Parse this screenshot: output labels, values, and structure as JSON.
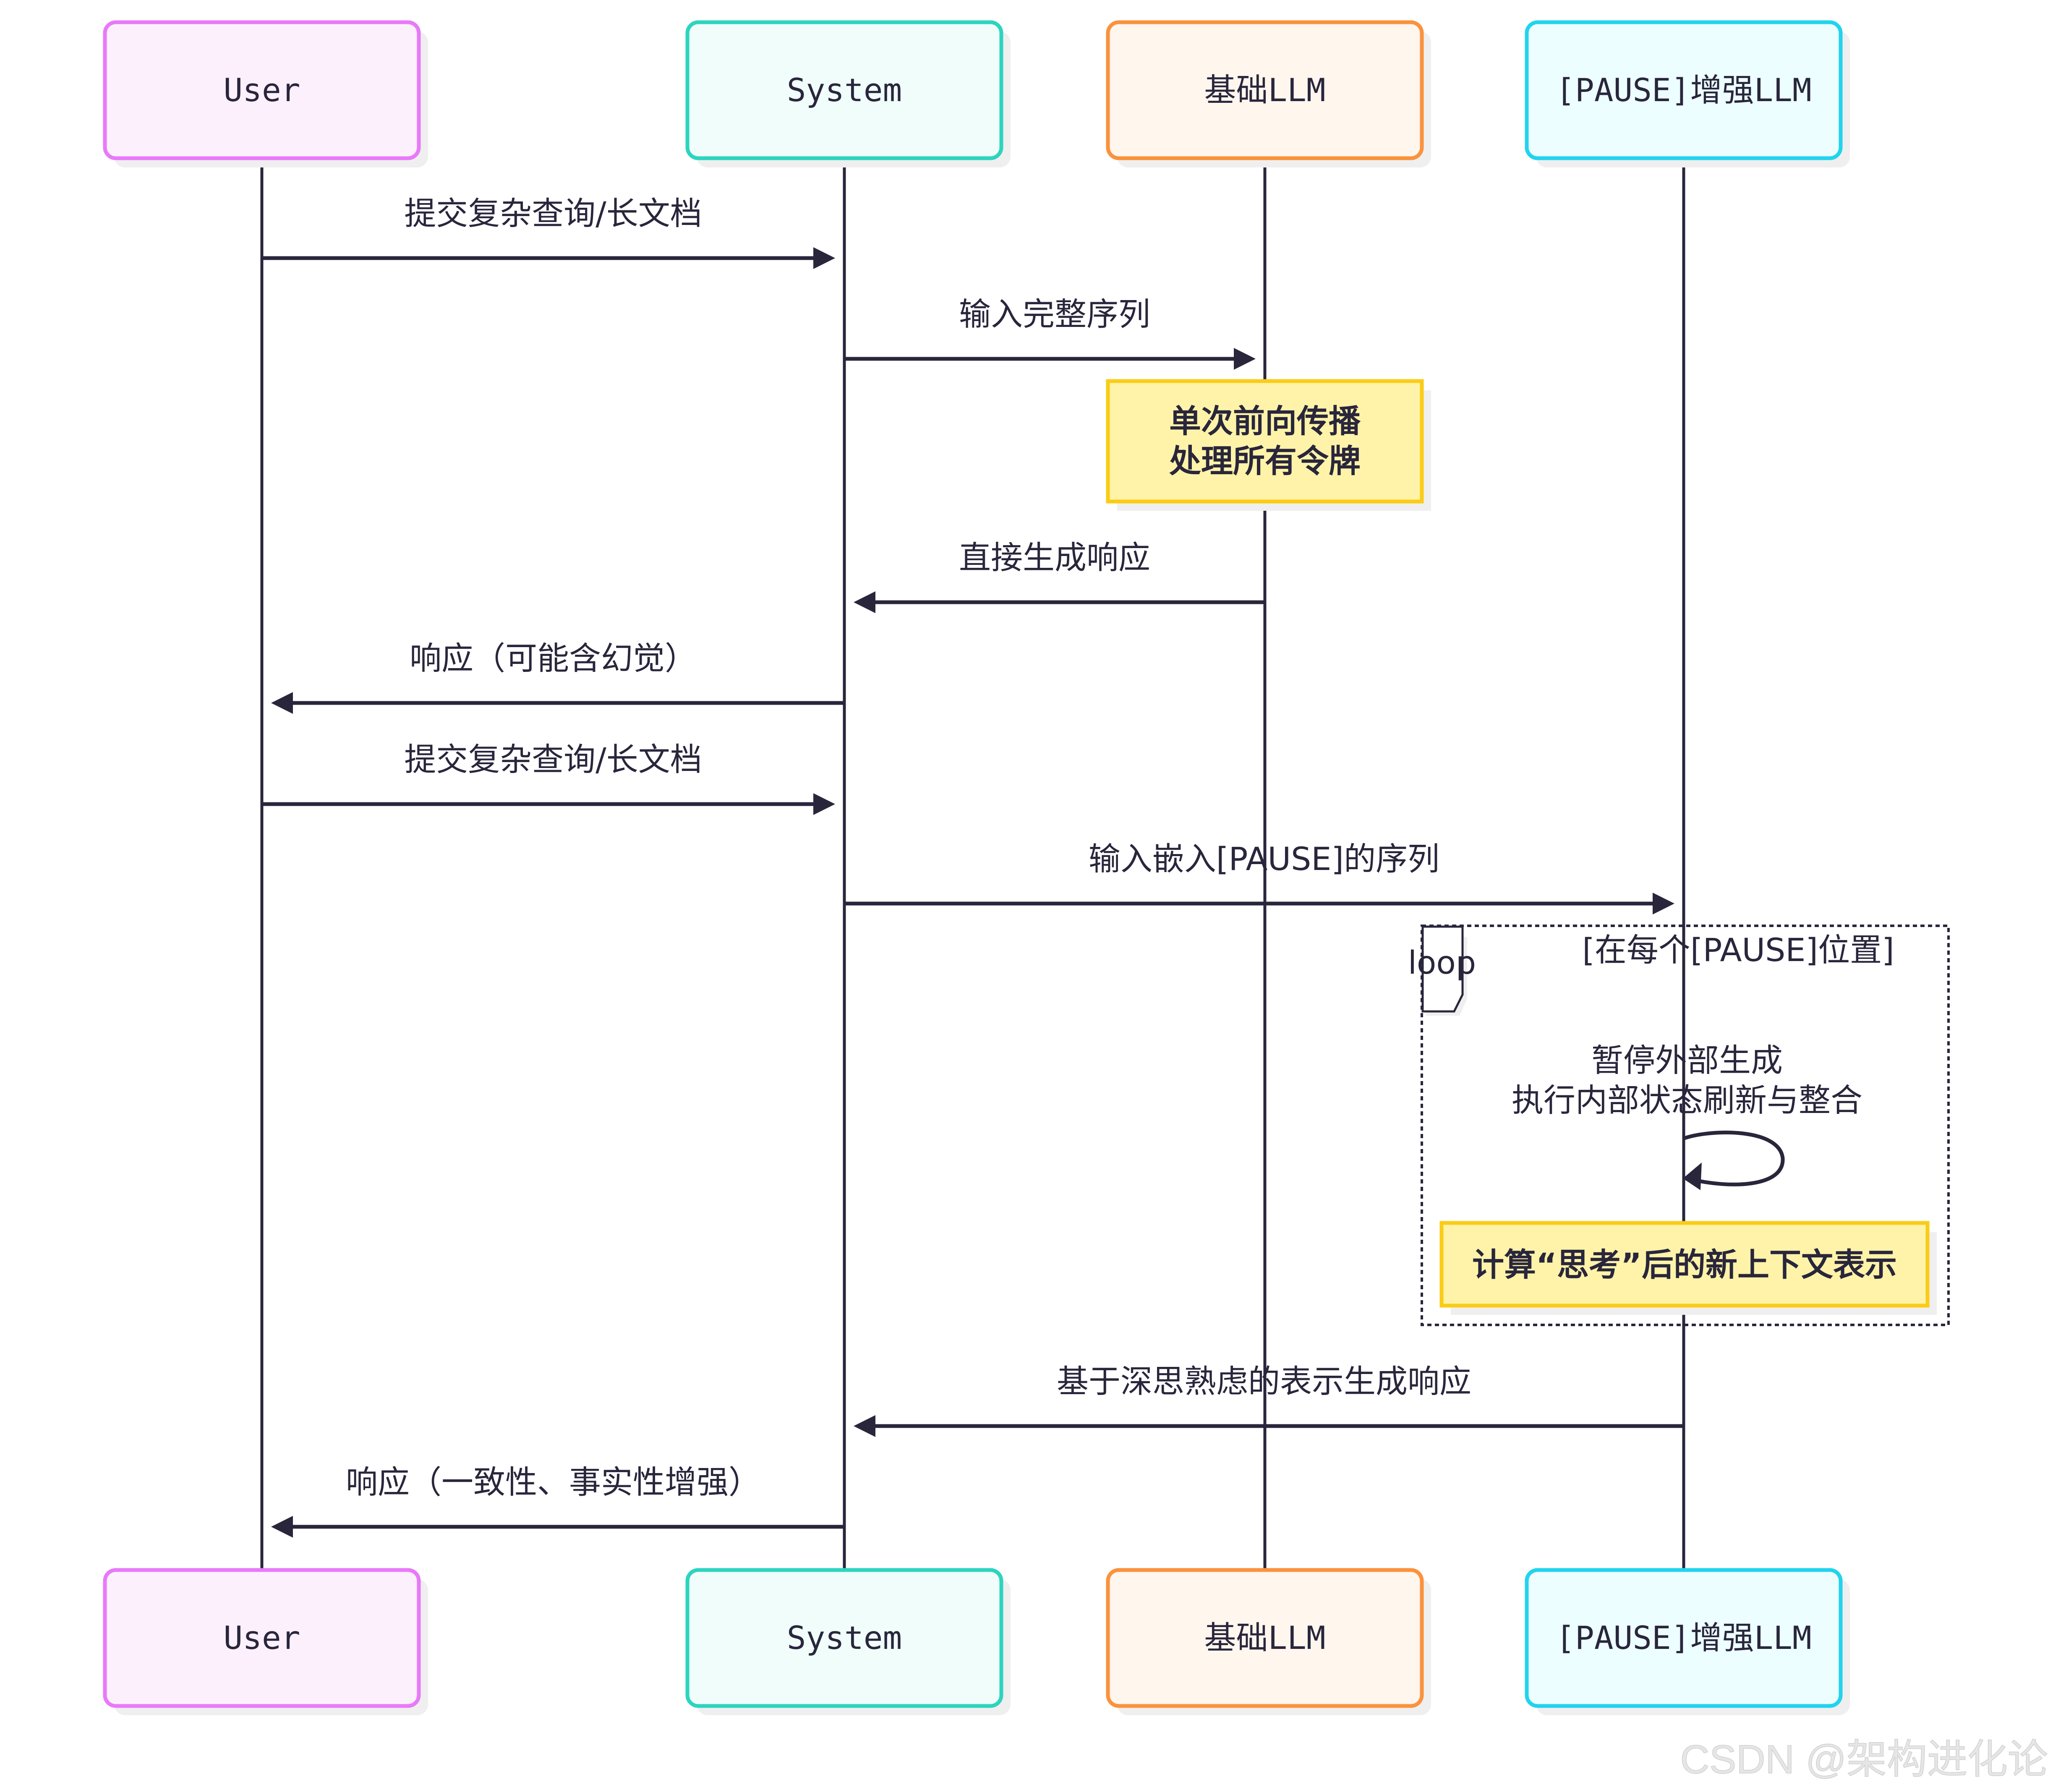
{
  "diagram": {
    "type": "sequence",
    "actors": [
      {
        "id": "user",
        "label": "User",
        "border": "#e879f9",
        "fill": "#fdf0fd"
      },
      {
        "id": "system",
        "label": "System",
        "border": "#2dd4bf",
        "fill": "#f0fdfa"
      },
      {
        "id": "base_llm",
        "label": "基础LLM",
        "border": "#fb923c",
        "fill": "#fff6ee"
      },
      {
        "id": "pause_llm",
        "label": "[PAUSE]增强LLM",
        "border": "#22d3ee",
        "fill": "#ecfeff"
      }
    ],
    "messages": [
      {
        "from": "user",
        "to": "system",
        "label": "提交复杂查询/长文档"
      },
      {
        "from": "system",
        "to": "base_llm",
        "label": "输入完整序列"
      },
      {
        "from": "base_llm",
        "to": "system",
        "label": "直接生成响应"
      },
      {
        "from": "system",
        "to": "user",
        "label": "响应（可能含幻觉）"
      },
      {
        "from": "user",
        "to": "system",
        "label": "提交复杂查询/长文档"
      },
      {
        "from": "system",
        "to": "pause_llm",
        "label": "输入嵌入[PAUSE]的序列"
      },
      {
        "from": "pause_llm",
        "to": "system",
        "label": "基于深思熟虑的表示生成响应"
      },
      {
        "from": "system",
        "to": "user",
        "label": "响应（一致性、事实性增强）"
      }
    ],
    "notes": [
      {
        "over": "base_llm",
        "lines": [
          "单次前向传播",
          "处理所有令牌"
        ],
        "border": "#facc15",
        "fill": "#fef3a8"
      },
      {
        "over": "pause_llm",
        "lines": [
          "计算“思考”后的新上下文表示"
        ],
        "border": "#facc15",
        "fill": "#fef3a8"
      }
    ],
    "loop": {
      "keyword": "loop",
      "condition": "[在每个[PAUSE]位置]",
      "self_message": {
        "actor": "pause_llm",
        "lines": [
          "暂停外部生成",
          "执行内部状态刷新与整合"
        ]
      }
    },
    "line_color": "#29263c"
  },
  "watermark": "CSDN @架构进化论"
}
